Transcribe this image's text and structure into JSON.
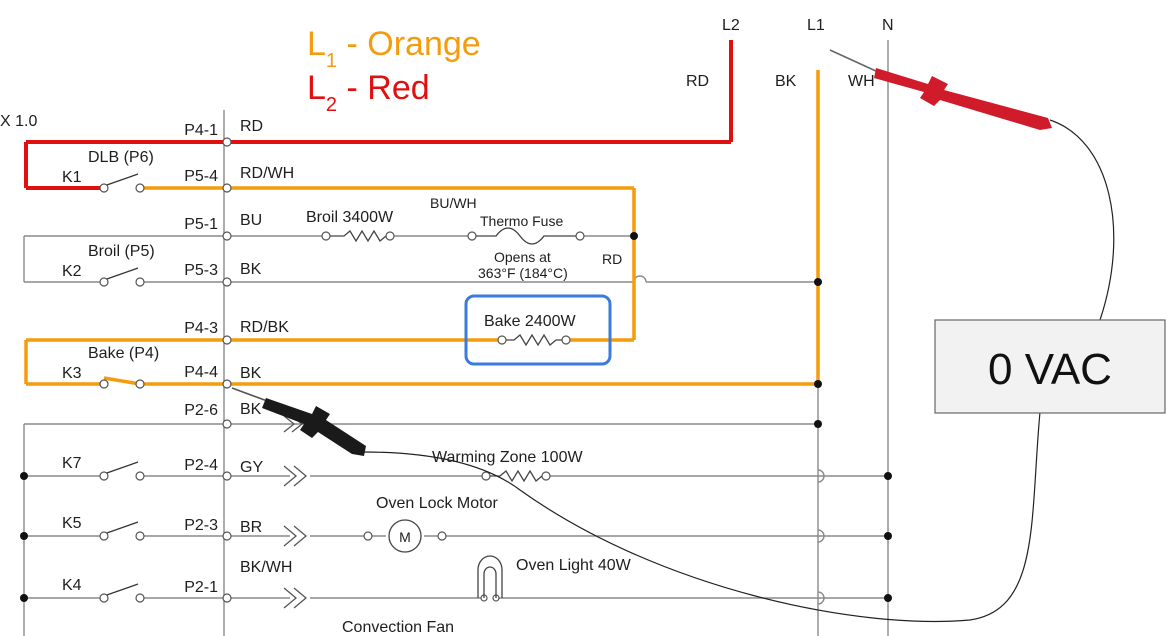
{
  "legend": {
    "l1_label": "L",
    "l1_sub": "1",
    "l1_text": " - Orange",
    "l2_label": "L",
    "l2_sub": "2",
    "l2_text": " - Red"
  },
  "board_label": "X 1.0",
  "bus": {
    "l2": "L2",
    "l1": "L1",
    "n": "N",
    "l2_wire": "RD",
    "l1_wire": "BK",
    "n_wire": "WH"
  },
  "pins": [
    "P4-1",
    "P5-4",
    "P5-1",
    "P5-3",
    "P4-3",
    "P4-4",
    "P2-6",
    "P2-4",
    "P2-3",
    "P2-1"
  ],
  "wires": [
    "RD",
    "RD/WH",
    "BU",
    "BK",
    "RD/BK",
    "BK",
    "BK",
    "GY",
    "BR",
    "BK/WH"
  ],
  "relays": [
    {
      "name": "K1",
      "label": "DLB (P6)"
    },
    {
      "name": "K2",
      "label": "Broil (P5)"
    },
    {
      "name": "K3",
      "label": "Bake (P4)"
    },
    {
      "name": "K7",
      "label": ""
    },
    {
      "name": "K5",
      "label": ""
    },
    {
      "name": "K4",
      "label": ""
    }
  ],
  "components": {
    "broil": "Broil 3400W",
    "bu_wh": "BU/WH",
    "thermo_fuse": "Thermo Fuse",
    "opens_at_1": "Opens at",
    "opens_at_2": "363°F (184°C)",
    "rd": "RD",
    "bake": "Bake 2400W",
    "warming": "Warming Zone 100W",
    "lock_motor": "Oven Lock Motor",
    "motor_symbol": "M",
    "light": "Oven Light 40W",
    "fan": "Convection Fan"
  },
  "meter": {
    "reading": "0 VAC"
  },
  "colors": {
    "l1": "#f59c0d",
    "l2": "#e01010",
    "highlight": "#3b7be0",
    "probe_red": "#d01c2a",
    "probe_black": "#1a1a1a"
  }
}
